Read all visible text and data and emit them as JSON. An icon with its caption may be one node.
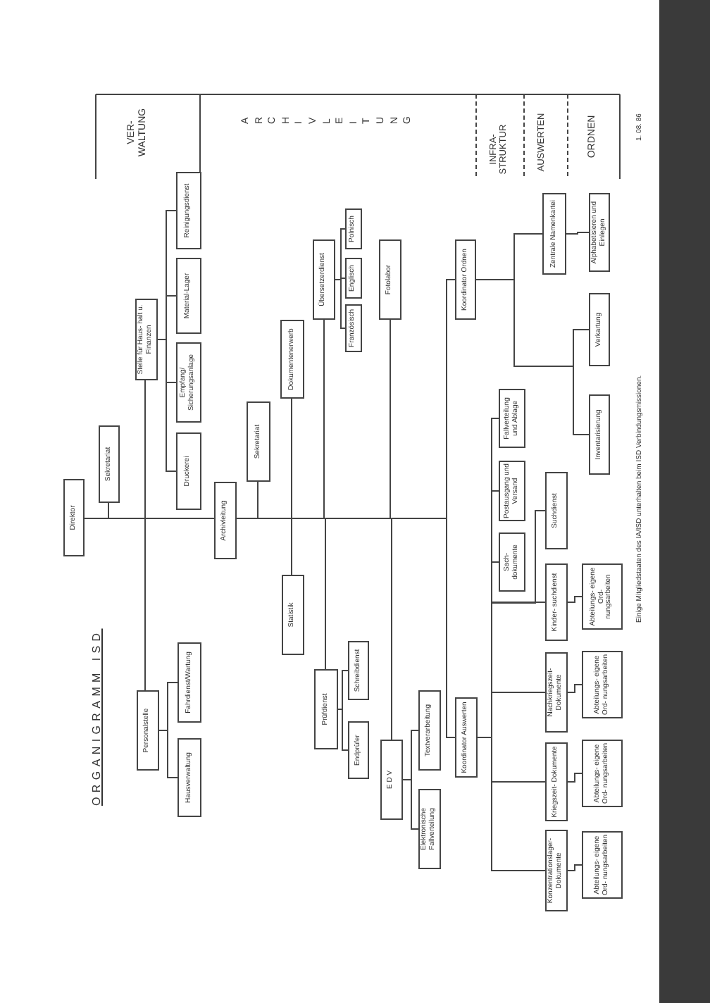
{
  "diagram": {
    "title": "ORGANIGRAMM ISD",
    "nodes": [
      {
        "text": [
          "Direktor"
        ]
      },
      {
        "text": [
          "Sekretariat"
        ]
      },
      {
        "text": [
          "Stelle für Haus- halt u. Finanzen"
        ]
      },
      {
        "text": [
          "Druckerei"
        ]
      },
      {
        "text": [
          "Empfang/ Sicherungsanlage"
        ]
      },
      {
        "text": [
          "Material-Lager"
        ]
      },
      {
        "text": [
          "Reinigungsdienst"
        ]
      },
      {
        "text": [
          "Personalstelle"
        ]
      },
      {
        "text": [
          "Fahrdienst/Wartung"
        ]
      },
      {
        "text": [
          "Hausverwaltung"
        ]
      },
      {
        "text": [
          "Archivleitung"
        ]
      },
      {
        "text": [
          "Sekretariat"
        ]
      },
      {
        "text": [
          "Dokumentenerwerb"
        ]
      },
      {
        "text": [
          "Statistik"
        ]
      },
      {
        "text": [
          "Übersetzerdienst"
        ]
      },
      {
        "text": [
          "Französisch"
        ]
      },
      {
        "text": [
          "Englisch"
        ]
      },
      {
        "text": [
          "Polnisch"
        ]
      },
      {
        "text": [
          "Prüfdienst"
        ]
      },
      {
        "text": [
          "Schreibdienst"
        ]
      },
      {
        "text": [
          "Endprüfer"
        ]
      },
      {
        "text": [
          "Fotolabor"
        ]
      },
      {
        "text": [
          "E D V"
        ]
      },
      {
        "text": [
          "Textverarbeitung"
        ]
      },
      {
        "text": [
          "Elektronische Fallverteilung"
        ]
      },
      {
        "text": [
          "Koordinator Ordnen"
        ]
      },
      {
        "text": [
          "Zentrale Namenkartei"
        ]
      },
      {
        "text": [
          "Alphabetisieren und Einlegen"
        ]
      },
      {
        "text": [
          "Verkartung"
        ]
      },
      {
        "text": [
          "Inventarisierung"
        ]
      },
      {
        "text": [
          "Koordinator Auswerten"
        ]
      },
      {
        "text": [
          "Fallverteilung und Ablage"
        ]
      },
      {
        "text": [
          "Postausgang und Versand"
        ]
      },
      {
        "text": [
          "Sach- dokumente"
        ]
      },
      {
        "text": [
          "Suchdienst"
        ]
      },
      {
        "text": [
          "Kinder- suchdienst"
        ]
      },
      {
        "text": [
          "Abteilungs- eigene Ord- nungsarbeiten"
        ]
      },
      {
        "text": [
          "Nachkriegszeit- Dokumente"
        ]
      },
      {
        "text": [
          "Abteilungs- eigene Ord- nungsarbeiten"
        ]
      },
      {
        "text": [
          "Kriegszeit- Dokumente"
        ]
      },
      {
        "text": [
          "Abteilungs- eigene Ord- nungsarbeiten"
        ]
      },
      {
        "text": [
          "Konzentrationslager- Dokumente"
        ]
      },
      {
        "text": [
          "Abteilungs- eigene Ord- nungsarbeiten"
        ]
      }
    ],
    "edges": [
      {
        "from": 0,
        "to": 1,
        "arrow": "none"
      },
      {
        "from": 0,
        "to": 2,
        "arrow": "none"
      },
      {
        "from": 0,
        "to": 7,
        "arrow": "none"
      },
      {
        "from": 0,
        "to": 10,
        "arrow": "none"
      },
      {
        "from": 2,
        "to": 3,
        "arrow": "none"
      },
      {
        "from": 2,
        "to": 4,
        "arrow": "none"
      },
      {
        "from": 2,
        "to": 5,
        "arrow": "none"
      },
      {
        "from": 2,
        "to": 6,
        "arrow": "none"
      },
      {
        "from": 7,
        "to": 8,
        "arrow": "none"
      },
      {
        "from": 7,
        "to": 9,
        "arrow": "none"
      },
      {
        "from": 10,
        "to": 11,
        "arrow": "none"
      },
      {
        "from": 10,
        "to": 12,
        "arrow": "none"
      },
      {
        "from": 10,
        "to": 13,
        "arrow": "none"
      },
      {
        "from": 10,
        "to": 14,
        "arrow": "none"
      },
      {
        "from": 10,
        "to": 18,
        "arrow": "none"
      },
      {
        "from": 10,
        "to": 21,
        "arrow": "none"
      },
      {
        "from": 10,
        "to": 22,
        "arrow": "none"
      },
      {
        "from": 10,
        "to": 25,
        "arrow": "none"
      },
      {
        "from": 10,
        "to": 30,
        "arrow": "none"
      },
      {
        "from": 14,
        "to": 15,
        "arrow": "none"
      },
      {
        "from": 14,
        "to": 16,
        "arrow": "none"
      },
      {
        "from": 14,
        "to": 17,
        "arrow": "none"
      },
      {
        "from": 18,
        "to": 19,
        "arrow": "none"
      },
      {
        "from": 18,
        "to": 20,
        "arrow": "none"
      },
      {
        "from": 22,
        "to": 23,
        "arrow": "none"
      },
      {
        "from": 22,
        "to": 24,
        "arrow": "none"
      },
      {
        "from": 25,
        "to": 26,
        "arrow": "none"
      },
      {
        "from": 25,
        "to": 28,
        "arrow": "none"
      },
      {
        "from": 25,
        "to": 29,
        "arrow": "none"
      },
      {
        "from": 26,
        "to": 27,
        "arrow": "none"
      },
      {
        "from": 30,
        "to": 31,
        "arrow": "none"
      },
      {
        "from": 30,
        "to": 32,
        "arrow": "none"
      },
      {
        "from": 30,
        "to": 33,
        "arrow": "none"
      },
      {
        "from": 30,
        "to": 34,
        "arrow": "none"
      },
      {
        "from": 30,
        "to": 35,
        "arrow": "none"
      },
      {
        "from": 30,
        "to": 37,
        "arrow": "none"
      },
      {
        "from": 30,
        "to": 39,
        "arrow": "none"
      },
      {
        "from": 30,
        "to": 41,
        "arrow": "none"
      },
      {
        "from": 35,
        "to": 36,
        "arrow": "none"
      },
      {
        "from": 37,
        "to": 38,
        "arrow": "none"
      },
      {
        "from": 39,
        "to": 40,
        "arrow": "none"
      },
      {
        "from": 41,
        "to": 42,
        "arrow": "none"
      }
    ],
    "labels": [
      "VER- WALTUNG",
      "ARCHIVLEITUNG",
      "INFRA- STRUKTUR",
      "AUSWERTEN",
      "ORDNEN",
      "1. 08. 86",
      "Einige Mitgliedstaaten des IA/ISD unterhalten beim ISD Verbindungsmissionen."
    ]
  }
}
